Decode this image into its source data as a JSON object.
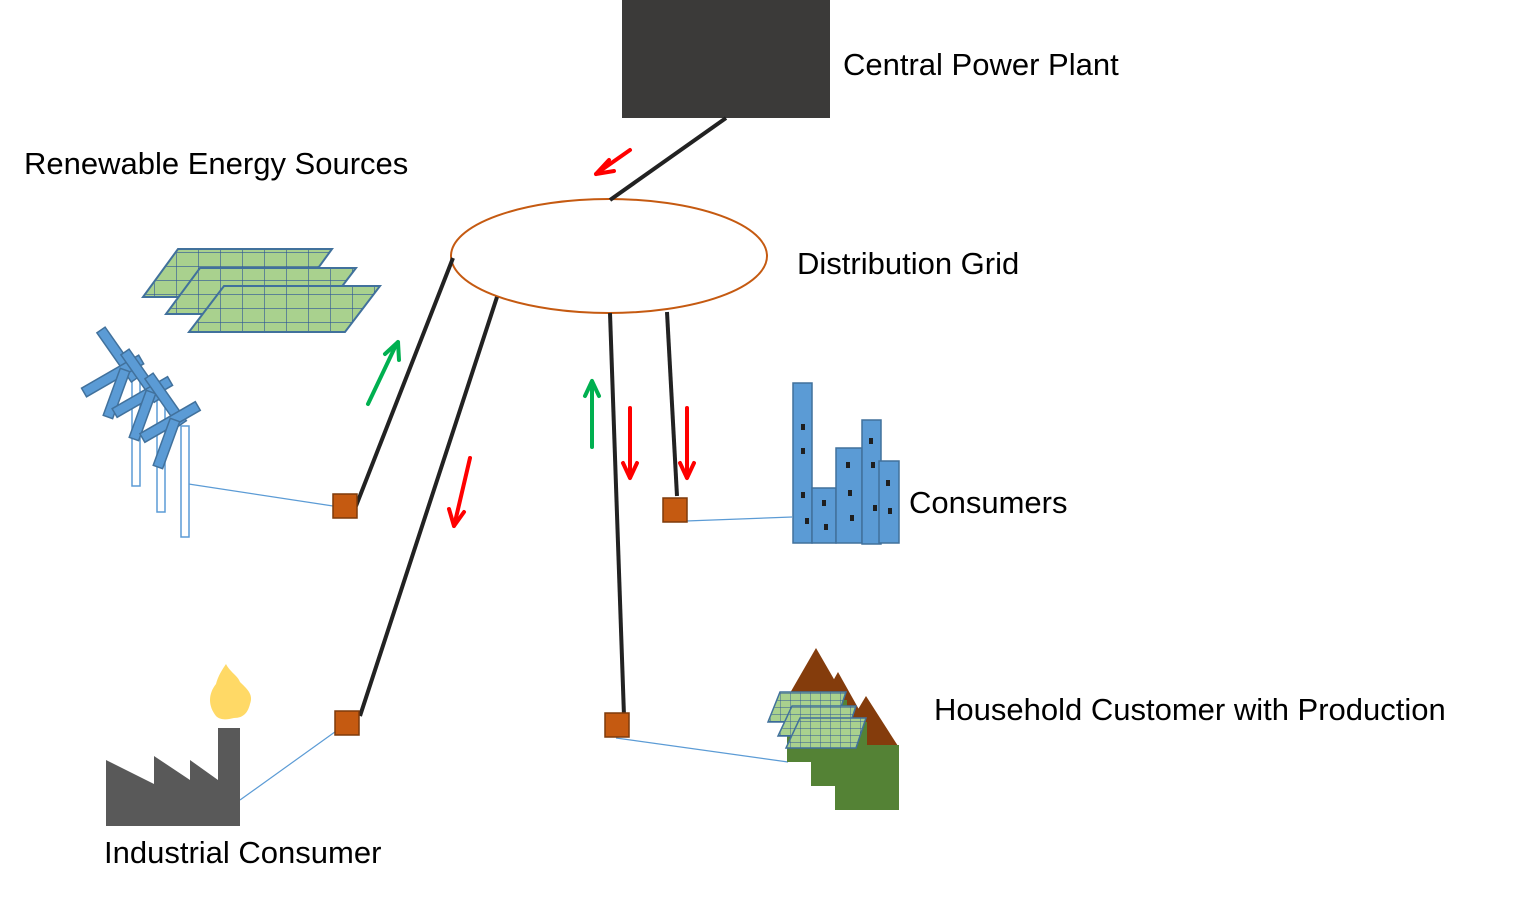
{
  "labels": {
    "central_power_plant": "Central Power Plant",
    "renewable_energy_sources": "Renewable Energy Sources",
    "distribution_grid": "Distribution Grid",
    "consumers": "Consumers",
    "household_customer": "Household Customer with Production",
    "industrial_consumer": "Industrial Consumer"
  },
  "icons": {
    "power_plant": "power-plant-block-icon",
    "solar_panels": "solar-panel-icon",
    "wind_turbines": "wind-turbine-icon",
    "city": "city-buildings-icon",
    "houses": "houses-with-solar-icon",
    "factory": "factory-icon",
    "meter": "smart-meter-icon"
  },
  "flows": {
    "plant_to_grid": "consumption",
    "renewables_to_grid": "production",
    "grid_to_industrial": "consumption",
    "household_to_grid": "production",
    "grid_to_household": "consumption",
    "grid_to_consumers": "consumption"
  },
  "colors": {
    "power_plant": "#3b3a39",
    "grid_ring": "#c55a11",
    "meter": "#c55a11",
    "line": "#222222",
    "production_arrow": "#00b050",
    "consumption_arrow": "#ff0000",
    "solar_fill": "#a9d18e",
    "solar_stroke": "#41719c",
    "building": "#5b9bd5",
    "roof": "#843c0c",
    "house": "#548235",
    "factory": "#595959",
    "flame": "#ffd966"
  }
}
